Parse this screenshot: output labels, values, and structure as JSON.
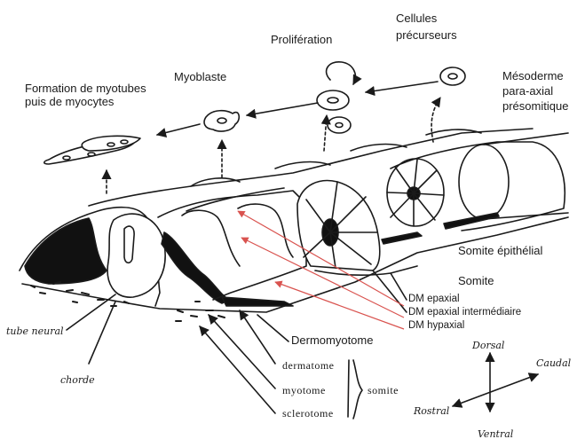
{
  "steps": {
    "formation": "Formation de myotubes puis de myocytes",
    "myoblaste": "Myoblaste",
    "proliferation": "Prolifération",
    "cellules_line1": "Cellules",
    "cellules_line2": "précurseurs",
    "mesoderme_line1": "Mésoderme",
    "mesoderme_line2": "para-axial",
    "mesoderme_line3": "présomitique"
  },
  "regions": {
    "somite_epithelial": "Somite épithélial",
    "somite": "Somite",
    "dermomyotome": "Dermomyotome"
  },
  "dm_labels": [
    "DM epaxial",
    "DM epaxial intermédiaire",
    "DM hypaxial"
  ],
  "anatomy": {
    "tube_neural": "tube neural",
    "chorde": "chorde"
  },
  "layers": {
    "items": [
      "dermatome",
      "myotome",
      "sclerotome"
    ],
    "group_label": "somite"
  },
  "axes": {
    "dorsal": "Dorsal",
    "caudal": "Caudal",
    "rostral": "Rostral",
    "ventral": "Ventral"
  },
  "colors": {
    "ink": "#1a1a1a",
    "red_arrows": "#d9534f"
  }
}
